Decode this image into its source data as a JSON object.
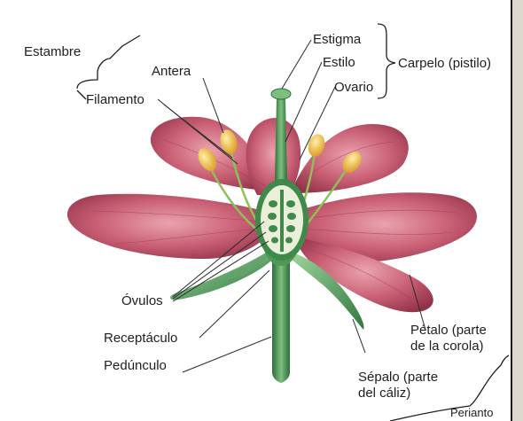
{
  "labels": {
    "estambre": "Estambre",
    "antera": "Antera",
    "filamento": "Filamento",
    "estigma": "Estigma",
    "estilo": "Estilo",
    "ovario": "Ovario",
    "carpelo": "Carpelo (pistilo)",
    "ovulos": "Óvulos",
    "receptaculo": "Receptáculo",
    "peduncculo": "Pedúnculo",
    "petalo_1": "Pétalo (parte",
    "petalo_2": "de la corola)",
    "sepalo_1": "Sépalo (parte",
    "sepalo_2": "del cáliz)",
    "perianto": "Perianto"
  },
  "colors": {
    "petal": "#c0546a",
    "petal_light": "#e59aa5",
    "petal_dark": "#8c2f45",
    "stem": "#4e9a55",
    "stem_dark": "#2f6e3a",
    "anther": "#f0c24a",
    "ovary": "#e9efd8"
  }
}
